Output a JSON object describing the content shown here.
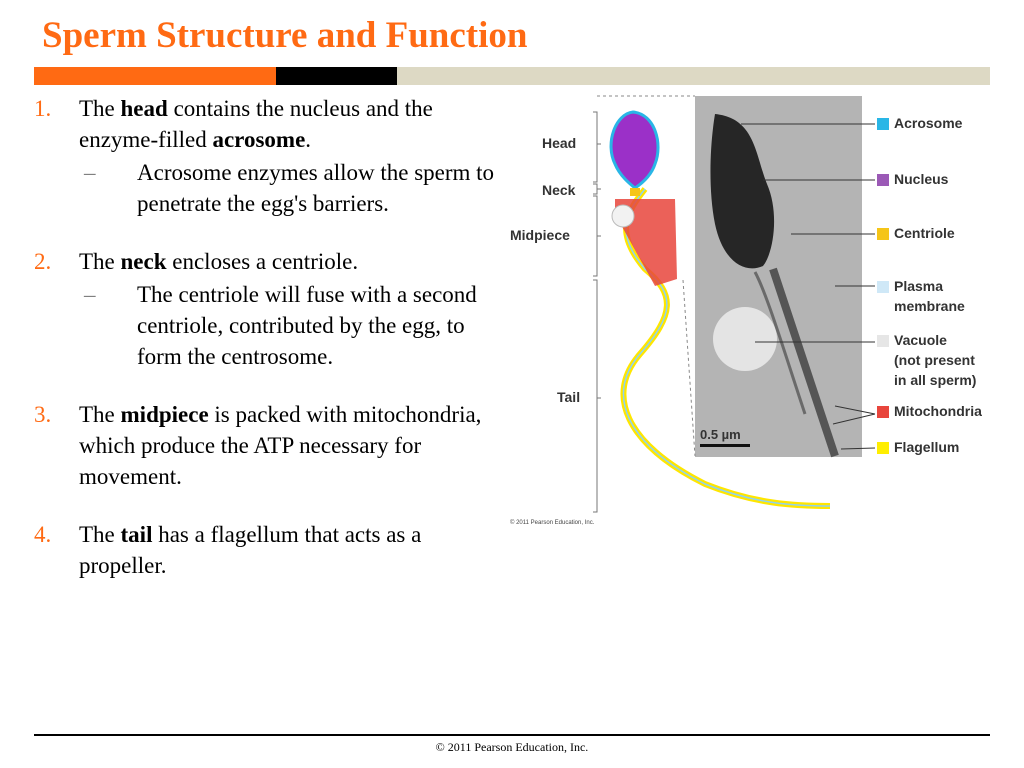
{
  "title": "Sperm Structure and Function",
  "colors": {
    "accent": "#ff6a13",
    "bar_dark": "#000000",
    "bar_light": "#ddd9c4"
  },
  "points": [
    {
      "num": "1.",
      "pre": " The ",
      "bold": "head",
      "post": " contains the nucleus and the enzyme-filled ",
      "bold2": "acrosome",
      "post2": ".",
      "sub": "Acrosome enzymes allow the sperm to penetrate the egg's barriers."
    },
    {
      "num": "2.",
      "pre": " The ",
      "bold": "neck",
      "post": " encloses a centriole.",
      "sub": "The centriole will fuse with a second centriole, contributed by the egg, to form the centrosome."
    },
    {
      "num": "3.",
      "pre": " The ",
      "bold": "midpiece",
      "post": " is packed with mitochondria, which produce the ATP necessary for movement."
    },
    {
      "num": "4.",
      "pre": " The ",
      "bold": "tail",
      "post": " has a flagellum that acts as a propeller."
    }
  ],
  "dash": "–",
  "figure": {
    "regions": {
      "head": "Head",
      "neck": "Neck",
      "midpiece": "Midpiece",
      "tail": "Tail"
    },
    "legend": {
      "acrosome": "Acrosome",
      "nucleus": "Nucleus",
      "centriole": "Centriole",
      "plasma1": "Plasma",
      "plasma2": "membrane",
      "vacuole1": "Vacuole",
      "vacuole2": "(not present",
      "vacuole3": "in all sperm)",
      "mitochondria": "Mitochondria",
      "flagellum": "Flagellum"
    },
    "legend_colors": {
      "acrosome": "#29b6e6",
      "nucleus": "#9b59b6",
      "centriole": "#f5c518",
      "plasma": "#cfe8f7",
      "vacuole": "#e6e6e6",
      "mitochondria": "#e8453c",
      "flagellum": "#ffee00"
    },
    "scale": "0.5 µm",
    "credit": "© 2011 Pearson Education, Inc."
  },
  "footer": "© 2011 Pearson Education, Inc."
}
